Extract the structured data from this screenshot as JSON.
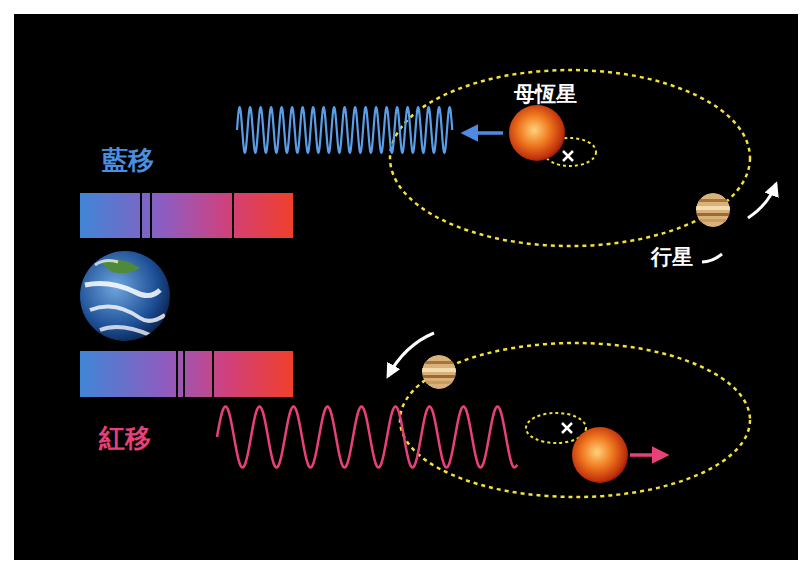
{
  "diagram": {
    "labels": [
      "藍移",
      "母恆星",
      "行星",
      "紅移"
    ]
  }
}
